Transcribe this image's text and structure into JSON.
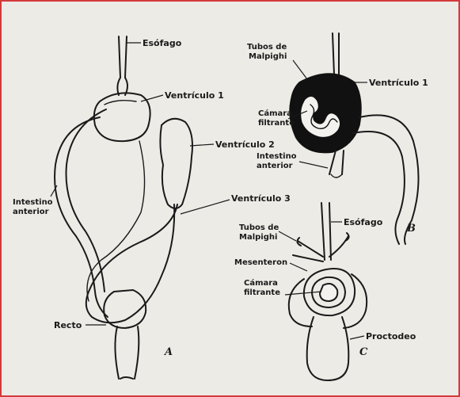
{
  "figure": {
    "panel_a": {
      "letter": "A",
      "labels": {
        "esofago": "Esófago",
        "ventriculo1": "Ventrículo 1",
        "ventriculo2": "Ventrículo 2",
        "intestino_anterior_l1": "Intestino",
        "intestino_anterior_l2": "anterior",
        "ventriculo3": "Ventrículo 3",
        "recto": "Recto"
      }
    },
    "panel_b": {
      "letter": "B",
      "labels": {
        "tubos_l1": "Tubos de",
        "tubos_l2": "Malpighi",
        "ventriculo1": "Ventrículo 1",
        "camara_l1": "Cámara",
        "camara_l2": "filtrante",
        "intestino_l1": "Intestino",
        "intestino_l2": "anterior"
      }
    },
    "panel_c": {
      "letter": "C",
      "labels": {
        "tubos_l1": "Tubos de",
        "tubos_l2": "Malpighi",
        "esofago": "Esófago",
        "mesenteron": "Mesenteron",
        "camara_l1": "Cámara",
        "camara_l2": "filtrante",
        "proctodeo": "Proctodeo"
      }
    }
  }
}
